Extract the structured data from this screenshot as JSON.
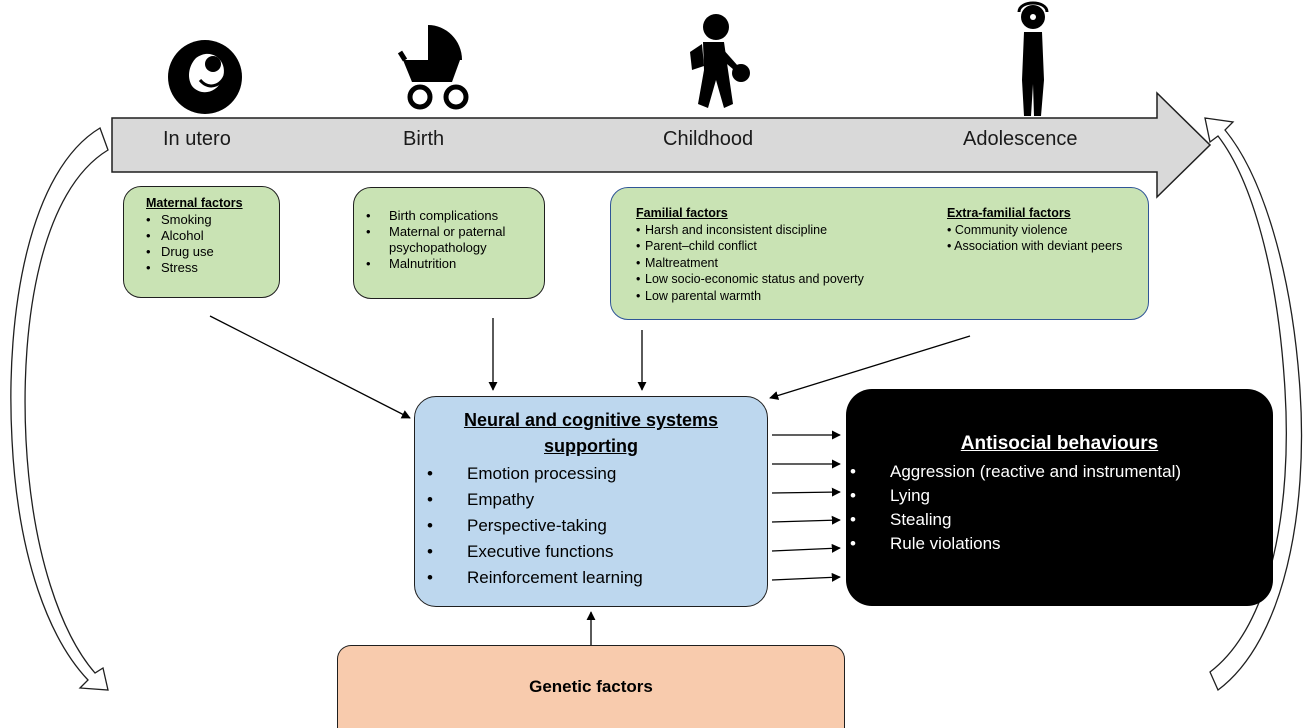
{
  "timeline": {
    "stages": [
      {
        "label": "In utero",
        "icon": "fetus-icon"
      },
      {
        "label": "Birth",
        "icon": "pram-icon"
      },
      {
        "label": "Childhood",
        "icon": "child-with-ball-icon"
      },
      {
        "label": "Adolescence",
        "icon": "teen-with-headphones-icon"
      }
    ]
  },
  "maternal": {
    "title": "Maternal factors",
    "items": [
      "Smoking",
      "Alcohol",
      "Drug use",
      "Stress"
    ]
  },
  "birth_factors": {
    "items": [
      "Birth complications",
      "Maternal or paternal psychopathology",
      "Malnutrition"
    ]
  },
  "familial": {
    "title": "Familial factors",
    "items": [
      "Harsh and inconsistent discipline",
      "Parent–child conflict",
      "Maltreatment",
      "Low socio-economic status and poverty",
      "Low parental warmth"
    ]
  },
  "extra_familial": {
    "title": "Extra-familial factors",
    "items": [
      "Community violence",
      "Association with deviant peers"
    ]
  },
  "neural": {
    "title": "Neural and cognitive systems supporting",
    "items": [
      "Emotion processing",
      "Empathy",
      "Perspective-taking",
      "Executive functions",
      "Reinforcement learning"
    ]
  },
  "antisocial": {
    "title": "Antisocial behaviours",
    "items": [
      "Aggression (reactive and instrumental)",
      "Lying",
      "Stealing",
      "Rule violations"
    ]
  },
  "genetic": {
    "label": "Genetic factors"
  },
  "colors": {
    "arrow_fill": "#d9d9d9",
    "factor_box": "#c9e3b4",
    "neural_box": "#bdd7ee",
    "antisocial_box": "#000000",
    "genetic_box": "#f8cbad",
    "familial_border": "#2f5597"
  }
}
